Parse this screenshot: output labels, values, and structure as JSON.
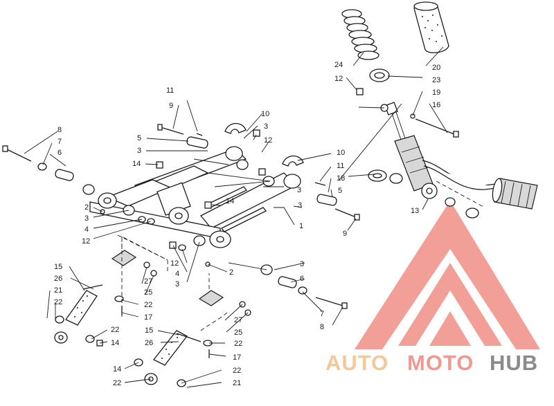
{
  "callouts": [
    {
      "id": "c-11a",
      "text": "11"
    },
    {
      "id": "c-9a",
      "text": "9"
    },
    {
      "id": "c-10a",
      "text": "10"
    },
    {
      "id": "c-3a",
      "text": "3"
    },
    {
      "id": "c-12a",
      "text": "12"
    },
    {
      "id": "c-8a",
      "text": "8"
    },
    {
      "id": "c-7a",
      "text": "7"
    },
    {
      "id": "c-6a",
      "text": "6"
    },
    {
      "id": "c-5a",
      "text": "5"
    },
    {
      "id": "c-3b",
      "text": "3"
    },
    {
      "id": "c-14a",
      "text": "14"
    },
    {
      "id": "c-10b",
      "text": "10"
    },
    {
      "id": "c-11b",
      "text": "11"
    },
    {
      "id": "c-18",
      "text": "18"
    },
    {
      "id": "c-3c",
      "text": "3"
    },
    {
      "id": "c-5b",
      "text": "5"
    },
    {
      "id": "c-14b",
      "text": "14"
    },
    {
      "id": "c-2a",
      "text": "2"
    },
    {
      "id": "c-3d",
      "text": "3"
    },
    {
      "id": "c-4a",
      "text": "4"
    },
    {
      "id": "c-12b",
      "text": "12"
    },
    {
      "id": "c-3e",
      "text": "3"
    },
    {
      "id": "c-1",
      "text": "1"
    },
    {
      "id": "c-9b",
      "text": "9"
    },
    {
      "id": "c-24",
      "text": "24"
    },
    {
      "id": "c-20",
      "text": "20"
    },
    {
      "id": "c-12c",
      "text": "12"
    },
    {
      "id": "c-23",
      "text": "23"
    },
    {
      "id": "c-19",
      "text": "19"
    },
    {
      "id": "c-16",
      "text": "16"
    },
    {
      "id": "c-13",
      "text": "13"
    },
    {
      "id": "c-12d",
      "text": "12"
    },
    {
      "id": "c-4b",
      "text": "4"
    },
    {
      "id": "c-3f",
      "text": "3"
    },
    {
      "id": "c-2b",
      "text": "2"
    },
    {
      "id": "c-3g",
      "text": "3"
    },
    {
      "id": "c-6b",
      "text": "6"
    },
    {
      "id": "c-7b",
      "text": "7"
    },
    {
      "id": "c-8b",
      "text": "8"
    },
    {
      "id": "c-15a",
      "text": "15"
    },
    {
      "id": "c-26a",
      "text": "26"
    },
    {
      "id": "c-21a",
      "text": "21"
    },
    {
      "id": "c-22a",
      "text": "22"
    },
    {
      "id": "c-27a",
      "text": "27"
    },
    {
      "id": "c-25a",
      "text": "25"
    },
    {
      "id": "c-22b",
      "text": "22"
    },
    {
      "id": "c-17a",
      "text": "17"
    },
    {
      "id": "c-22c",
      "text": "22"
    },
    {
      "id": "c-14c",
      "text": "14"
    },
    {
      "id": "c-27b",
      "text": "27"
    },
    {
      "id": "c-25b",
      "text": "25"
    },
    {
      "id": "c-22d",
      "text": "22"
    },
    {
      "id": "c-15b",
      "text": "15"
    },
    {
      "id": "c-26b",
      "text": "26"
    },
    {
      "id": "c-17b",
      "text": "17"
    },
    {
      "id": "c-14d",
      "text": "14"
    },
    {
      "id": "c-22e",
      "text": "22"
    },
    {
      "id": "c-22f",
      "text": "22"
    },
    {
      "id": "c-21b",
      "text": "21"
    }
  ],
  "watermark": {
    "part1": "AUTO",
    "part2": "MOTO",
    "part3": "HUB",
    "colors": {
      "auto": "#f4c89a",
      "moto": "#ef9a90",
      "hub": "#8a8a8a",
      "logo": "#ef8f86"
    }
  },
  "icons": [
    "triangle-logo-icon"
  ]
}
